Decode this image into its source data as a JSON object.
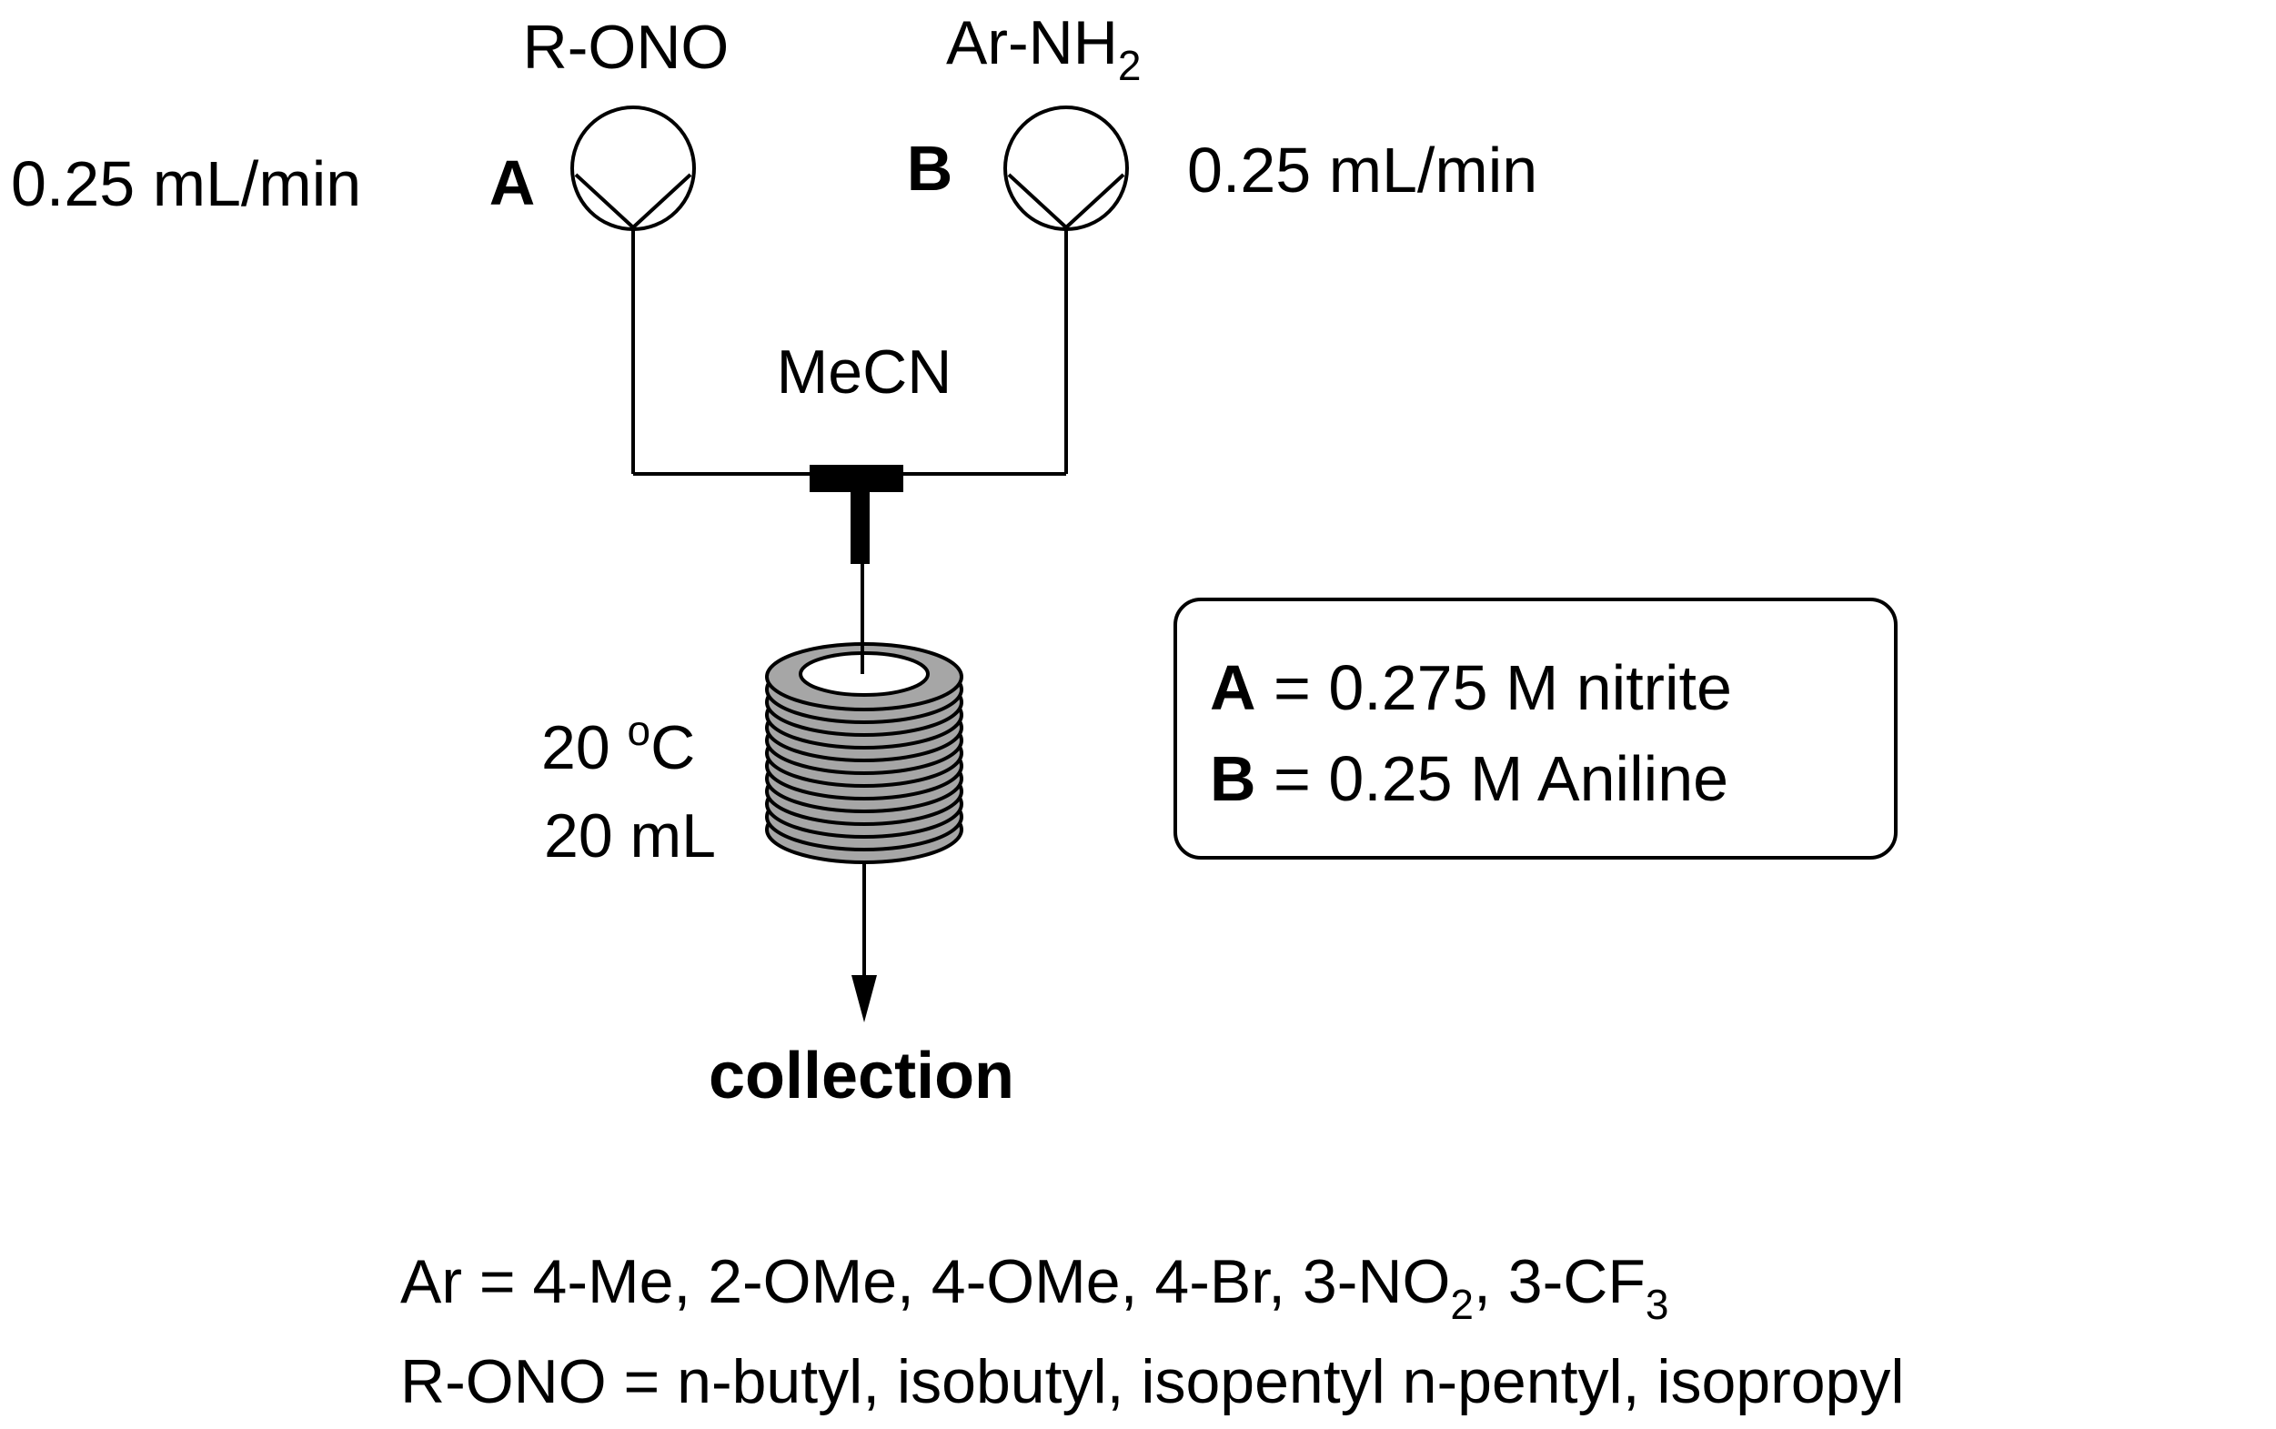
{
  "pump_a": {
    "reagent": "R-ONO",
    "letter": "A",
    "flow_rate": "0.25 mL/min"
  },
  "pump_b": {
    "reagent_main": "Ar-NH",
    "reagent_sub": "2",
    "letter": "B",
    "flow_rate": "0.25 mL/min"
  },
  "solvent": "MeCN",
  "reactor": {
    "temperature_value": "20 ",
    "temperature_degree": "o",
    "temperature_unit": "C",
    "volume": "20 mL"
  },
  "output": "collection",
  "legend": {
    "a_letter": "A",
    "a_text": " = 0.275 M nitrite",
    "b_letter": "B",
    "b_text": " = 0.25 M Aniline"
  },
  "footnote": {
    "ar_main": "Ar = 4-Me, 2-OMe, 4-OMe, 4-Br, 3-NO",
    "ar_sub1": "2",
    "ar_mid": ", 3-CF",
    "ar_sub2": "3",
    "rono_line": "R-ONO = n-butyl, isobutyl, isopentyl n-pentyl, isopropyl"
  },
  "colors": {
    "line": "#000000",
    "coil_fill": "#a6a6a6",
    "background": "#ffffff"
  }
}
